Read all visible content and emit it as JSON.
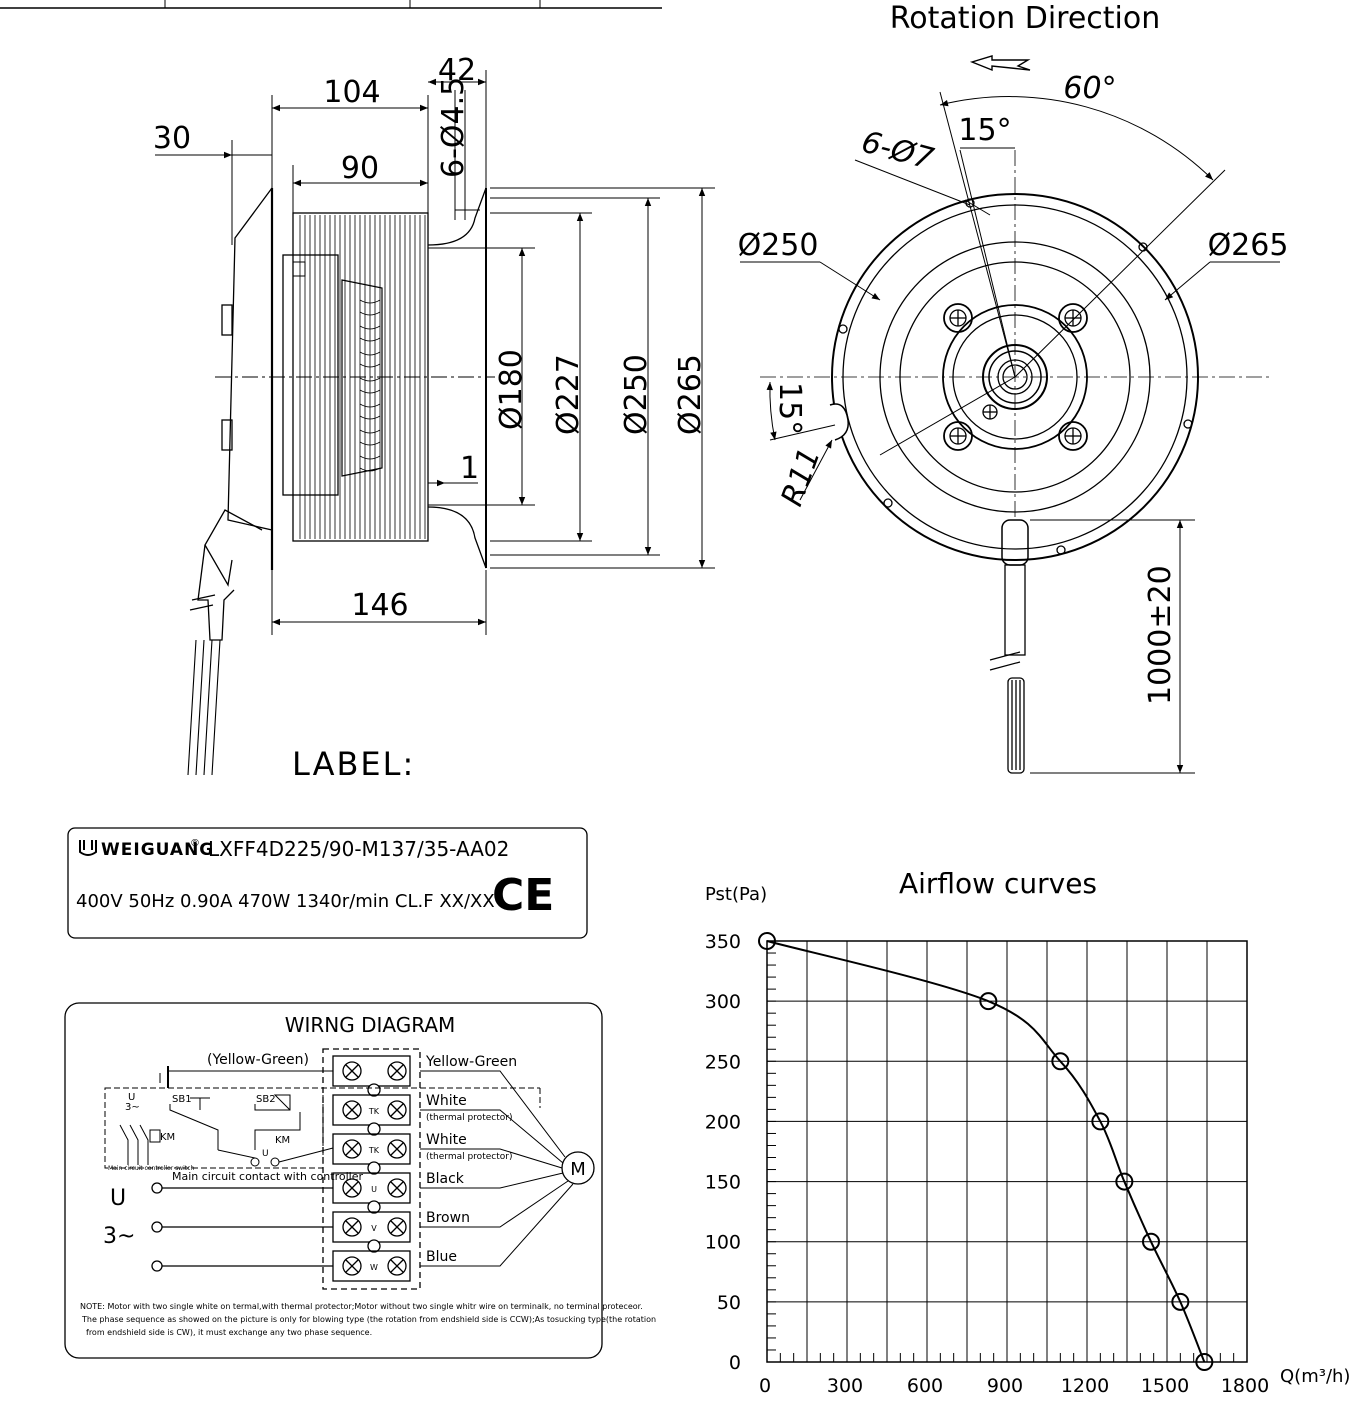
{
  "side_view": {
    "dims": {
      "d104": "104",
      "d42": "42",
      "d30": "30",
      "d90": "90",
      "holes": "6-Ø4.5",
      "d180": "Ø180",
      "d227": "Ø227",
      "d250": "Ø250",
      "d265": "Ø265",
      "d1": "1",
      "d146": "146"
    }
  },
  "front_view": {
    "title": "Rotation Direction",
    "dims": {
      "a60": "60°",
      "a15": "15°",
      "holes": "6-Ø7",
      "d250": "Ø250",
      "d265": "Ø265",
      "a15b": "15°",
      "r11": "R11",
      "cable": "1000±20"
    }
  },
  "label_section": {
    "heading": "LABEL:",
    "brand": "WEIGUANG",
    "registered": "®",
    "model": "LXFF4D225/90-M137/35-AA02",
    "spec": "400V 50Hz 0.90A 470W 1340r/min  CL.F XX/XX",
    "mark": "CE"
  },
  "wiring": {
    "title": "WIRNG DIAGRAM",
    "ground_label": "(Yellow-Green)",
    "wires": [
      "Yellow-Green",
      "White",
      "White",
      "Black",
      "Brown",
      "Blue"
    ],
    "thermal_note": "(thermal protector)",
    "terminal_marks": [
      "TK",
      "TK",
      "U",
      "V",
      "W"
    ],
    "sb1": "SB1",
    "sb2": "SB2",
    "km": "KM",
    "u_small": "U",
    "phase_small": "3~",
    "switch_caption": "Main circuit controller switch",
    "contact_caption": "Main circuit contact with controller",
    "supply_u": "U",
    "supply_phase": "3~",
    "motor": "M",
    "note1": "NOTE:  Motor with two single white on termal,with thermal protector;Motor without two single whitr wire on terminalk, no terminal proteceor.",
    "note2": "The phase sequence as showed on the picture is only for blowing type (the rotation from endshield side is CCW);As tosucking type(the rotation",
    "note3": "from endshield side is CW), it must exchange any two phase sequence."
  },
  "chart_data": {
    "type": "line",
    "title": "Airflow curves",
    "ylabel": "Pst(Pa)",
    "xlabel": "Q(m³/h)",
    "xlim": [
      0,
      1800
    ],
    "ylim": [
      0,
      350
    ],
    "x_ticks": [
      0,
      300,
      600,
      900,
      1200,
      1500,
      1800
    ],
    "y_ticks": [
      0,
      50,
      100,
      150,
      200,
      250,
      300,
      350
    ],
    "grid": true,
    "series": [
      {
        "x": [
          0,
          830,
          1100,
          1250,
          1340,
          1440,
          1550,
          1640
        ],
        "y": [
          350,
          300,
          250,
          200,
          150,
          100,
          50,
          0
        ]
      }
    ]
  }
}
